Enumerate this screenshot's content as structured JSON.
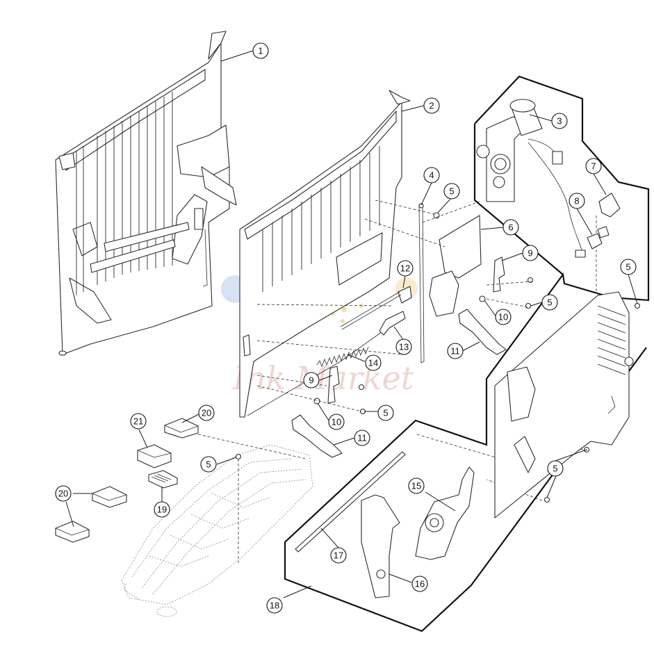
{
  "callouts": [
    {
      "label": "1"
    },
    {
      "label": "2"
    },
    {
      "label": "3"
    },
    {
      "label": "4"
    },
    {
      "label": "5"
    },
    {
      "label": "6"
    },
    {
      "label": "7"
    },
    {
      "label": "8"
    },
    {
      "label": "5"
    },
    {
      "label": "9"
    },
    {
      "label": "12"
    },
    {
      "label": "5"
    },
    {
      "label": "10"
    },
    {
      "label": "11"
    },
    {
      "label": "13"
    },
    {
      "label": "14"
    },
    {
      "label": "9"
    },
    {
      "label": "5"
    },
    {
      "label": "10"
    },
    {
      "label": "11"
    },
    {
      "label": "20"
    },
    {
      "label": "21"
    },
    {
      "label": "5"
    },
    {
      "label": "20"
    },
    {
      "label": "19"
    },
    {
      "label": "5"
    },
    {
      "label": "15"
    },
    {
      "label": "17"
    },
    {
      "label": "16"
    },
    {
      "label": "18"
    }
  ],
  "watermark": {
    "text": "Ink Market",
    "colors": [
      "#9fb8e6",
      "#f4c98a",
      "#e3b3ac"
    ]
  }
}
